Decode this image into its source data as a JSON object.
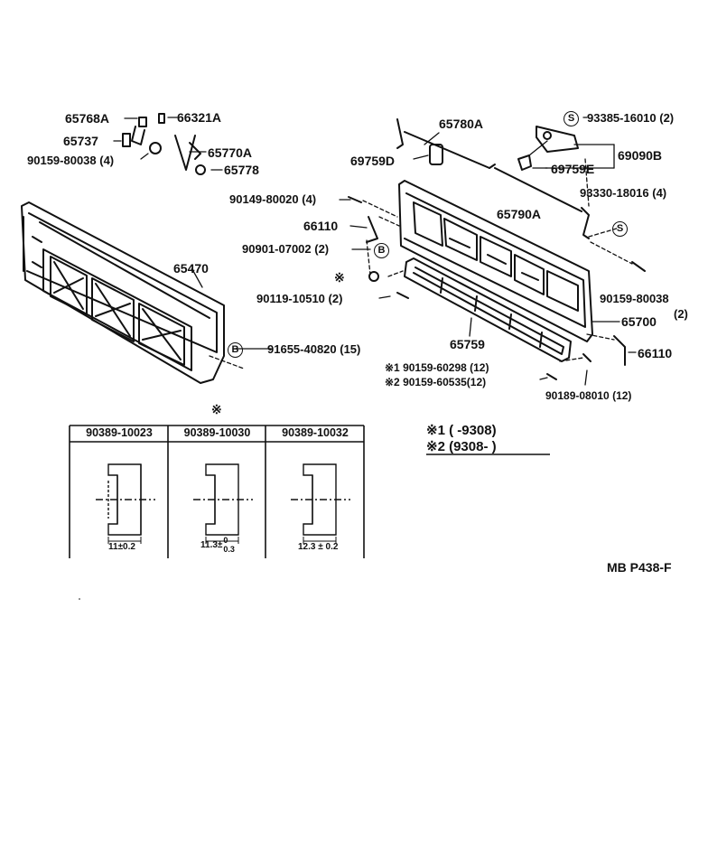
{
  "labels": {
    "p65768A": "65768A",
    "p66321A": "66321A",
    "p65737": "65737",
    "p90159_80038_4": "90159-80038 (4)",
    "p65770A": "65770A",
    "p65778": "65778",
    "p65780A": "65780A",
    "p93385": "93385-16010 (2)",
    "p69759D": "69759D",
    "p69090B": "69090B",
    "p69759E": "69759E",
    "p90149": "90149-80020 (4)",
    "p93330": "93330-18016 (4)",
    "p65790A": "65790A",
    "p66110_top": "66110",
    "p90901": "90901-07002 (2)",
    "p65470": "65470",
    "p90119": "90119-10510 (2)",
    "p90159_80038_2": "90159-80038",
    "p90159_80038_2b": "(2)",
    "p65700": "65700",
    "p65759": "65759",
    "p66110_bot": "66110",
    "p91655": "91655-40820 (15)",
    "p90159_60298": "※1 90159-60298 (12)",
    "p90159_60535": "※2 90159-60535(12)",
    "p90189": "90189-08010 (12)",
    "asterisk_mark": "※",
    "table_mark": "※",
    "s_mark1": "S",
    "s_mark2": "S",
    "b_mark1": "B",
    "b_mark2": "B"
  },
  "table": {
    "col1": "90389-10023",
    "col2": "90389-10030",
    "col3": "90389-10032",
    "dim1": "11±0.2",
    "dim2_main": "11.3±",
    "dim2_sup": "0",
    "dim2_sub": "0.3",
    "dim3": "12.3 ± 0.2"
  },
  "notes": {
    "n1": "※1 (        -9308)",
    "n2": "※2 (9308-          )"
  },
  "ref": "MB P438-F"
}
